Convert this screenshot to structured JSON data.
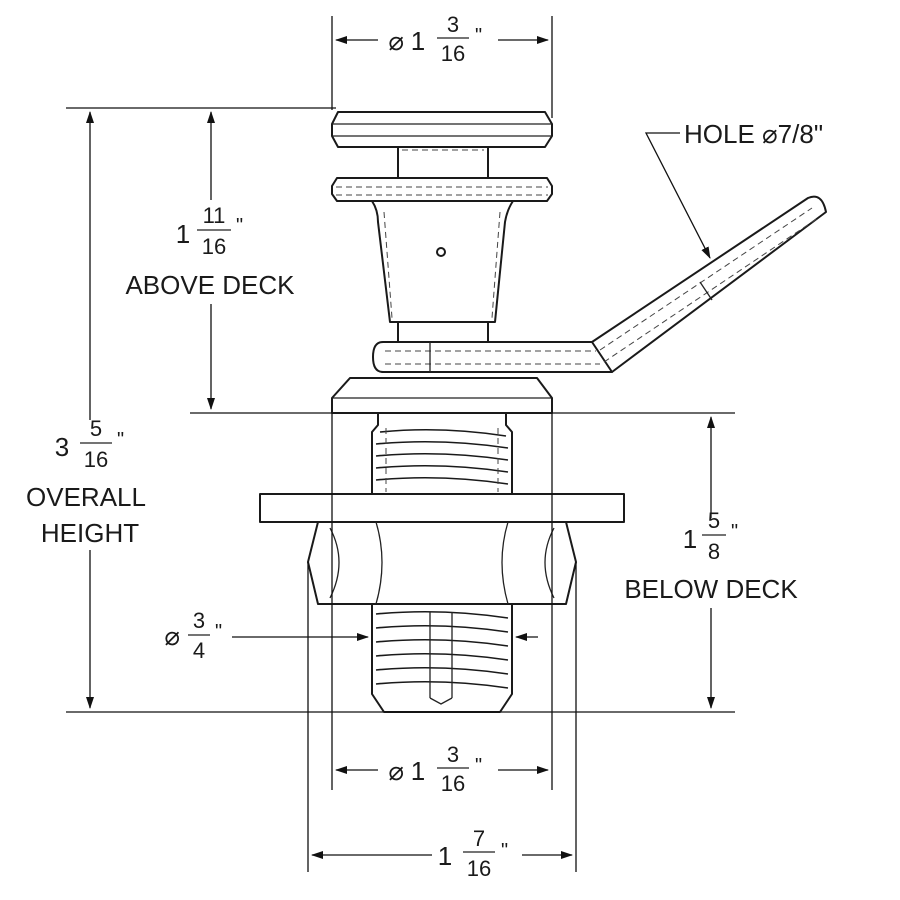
{
  "labels": {
    "top_diameter": {
      "symbol": "⌀",
      "whole": "1",
      "num": "3",
      "den": "16",
      "unit": "\""
    },
    "hole": {
      "text": "HOLE ⌀7/8\""
    },
    "above_deck": {
      "whole": "1",
      "num": "11",
      "den": "16",
      "unit": "\"",
      "caption": "ABOVE DECK"
    },
    "overall": {
      "whole": "3",
      "num": "5",
      "den": "16",
      "unit": "\"",
      "caption1": "OVERALL",
      "caption2": "HEIGHT"
    },
    "below_deck": {
      "whole": "1",
      "num": "5",
      "den": "8",
      "unit": "\"",
      "caption": "BELOW DECK"
    },
    "thread_diameter": {
      "symbol": "⌀",
      "num": "3",
      "den": "4",
      "unit": "\""
    },
    "bottom_diameter": {
      "symbol": "⌀",
      "whole": "1",
      "num": "3",
      "den": "16",
      "unit": "\""
    },
    "nut_width": {
      "whole": "1",
      "num": "7",
      "den": "16",
      "unit": "\""
    }
  }
}
